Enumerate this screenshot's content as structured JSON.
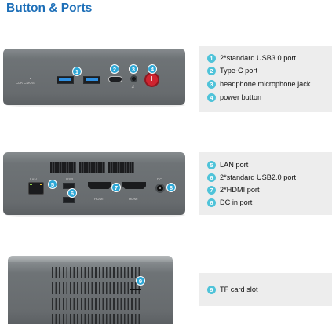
{
  "title": "Button & Ports",
  "colors": {
    "title": "#1d6fb8",
    "badge": "#4fc3d9",
    "panel": "#ededed",
    "device": "#6e7376",
    "usb3_accent": "#2f8fe0",
    "power": "#cf2430"
  },
  "front_labels": {
    "clr_cmos": "CLR CMOS"
  },
  "back_labels": {
    "lan": "LAN",
    "usb": "USB",
    "hdmi_1": "HDMI",
    "hdmi_2": "HDMI",
    "dc": "DC"
  },
  "callouts": {
    "n1": "1",
    "n2": "2",
    "n3": "3",
    "n4": "4",
    "n5": "5",
    "n6": "6",
    "n7": "7",
    "n8": "8",
    "n9": "9"
  },
  "legend_front": [
    {
      "num": "1",
      "text": "2*standard USB3.0 port"
    },
    {
      "num": "2",
      "text": "Type-C port"
    },
    {
      "num": "3",
      "text": "headphone microphone jack"
    },
    {
      "num": "4",
      "text": "power button"
    }
  ],
  "legend_back": [
    {
      "num": "5",
      "text": "LAN port"
    },
    {
      "num": "6",
      "text": "2*standard USB2.0 port"
    },
    {
      "num": "7",
      "text": "2*HDMI port"
    },
    {
      "num": "6",
      "text": "DC in port"
    }
  ],
  "legend_side": [
    {
      "num": "9",
      "text": "TF card slot"
    }
  ]
}
